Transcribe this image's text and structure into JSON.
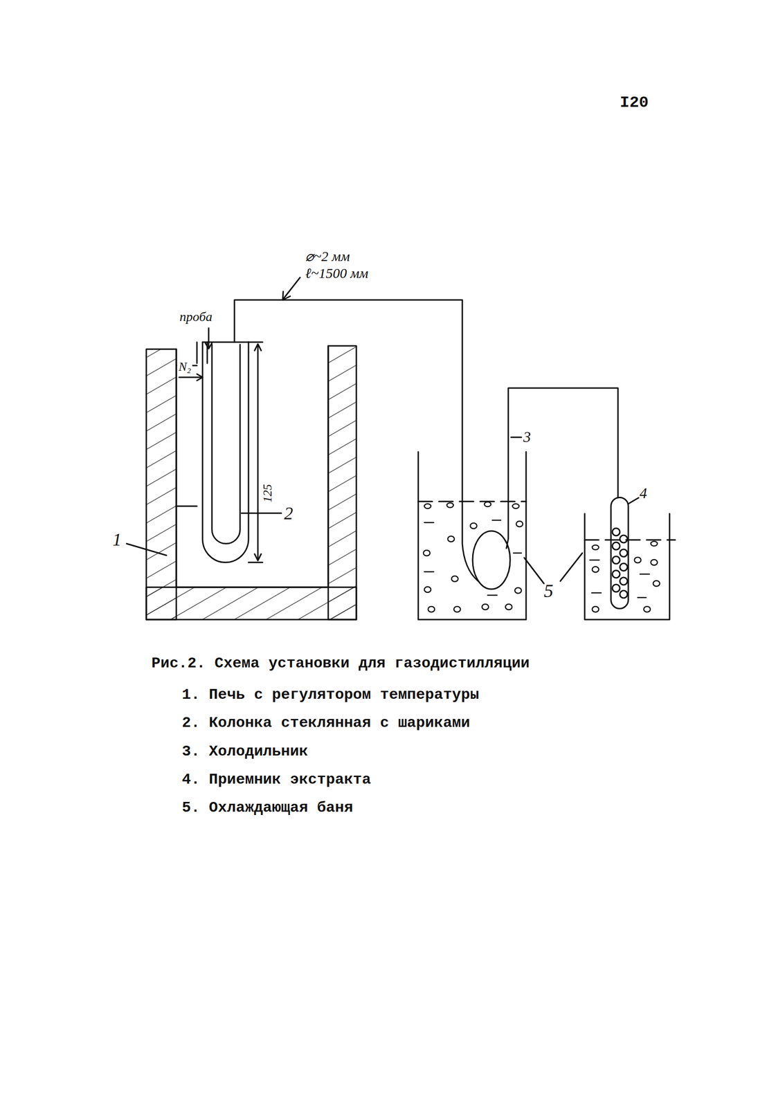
{
  "diagram": {
    "caption": "Рис.2. Схема установки для газодистилляции",
    "labels": [
      "I20",
      "⌀~2 мм",
      "ℓ~1500 мм",
      "проба",
      "N₂",
      "125",
      "2",
      "1",
      "3",
      "4",
      "5",
      "1. Печь с регулятором температуры",
      "2. Колонка стеклянная с шариками",
      "3. Холодильник",
      "4. Приемник экстракта",
      "5. Охлаждающая баня"
    ]
  }
}
